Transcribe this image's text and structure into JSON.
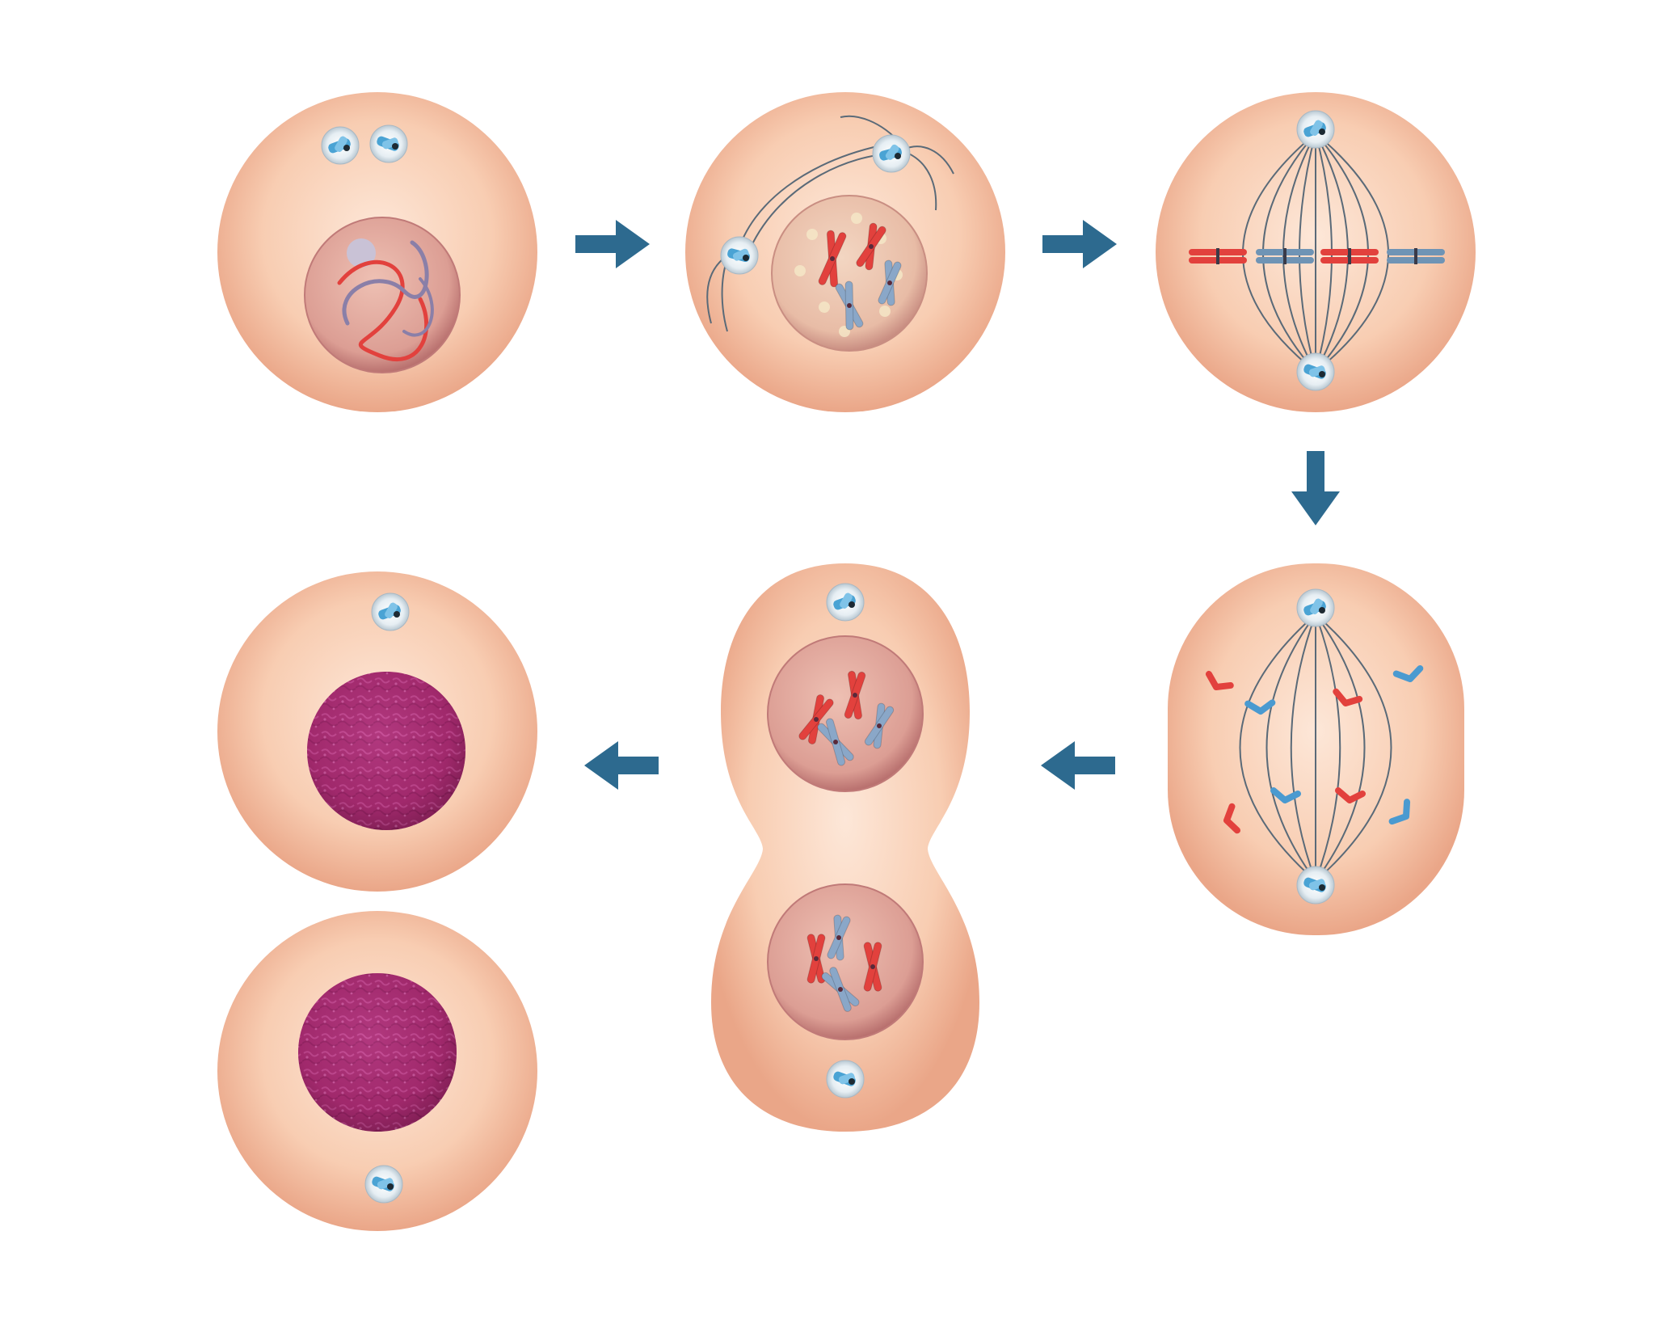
{
  "diagram": {
    "stages": [
      {
        "id": "interphase",
        "shape": "round-cell",
        "nucleus": "intact-with-loose-chromatin"
      },
      {
        "id": "prophase",
        "shape": "round-cell",
        "nucleus": "breaking-down-with-condensed-chromosomes"
      },
      {
        "id": "metaphase",
        "shape": "round-cell",
        "nucleus": "none-chromosomes-at-equator"
      },
      {
        "id": "anaphase",
        "shape": "elongated-cell",
        "nucleus": "none-chromatids-separating"
      },
      {
        "id": "telophase",
        "shape": "pinched-cell",
        "nucleus": "two-reforming-nuclei"
      },
      {
        "id": "daughter-cells",
        "shape": "two-round-cells",
        "nucleus": "intact-dense-chromatin"
      }
    ],
    "arrows": [
      {
        "from": "interphase",
        "to": "prophase",
        "direction": "right"
      },
      {
        "from": "prophase",
        "to": "metaphase",
        "direction": "right"
      },
      {
        "from": "metaphase",
        "to": "anaphase",
        "direction": "down"
      },
      {
        "from": "anaphase",
        "to": "telophase",
        "direction": "left"
      },
      {
        "from": "telophase",
        "to": "daughter-cells",
        "direction": "left"
      }
    ],
    "colors": {
      "background": "#ffffff",
      "cell_light": "#fde2d0",
      "cell_mid": "#f6c2a3",
      "cell_edge": "#e9a585",
      "nucleus": "#e2a59a",
      "nucleus_edge": "#c07a78",
      "dense_nucleus": "#a3286f",
      "chromosome_red": "#e2413d",
      "chromosome_blue": "#8aa7c8",
      "chromatid_blue": "#4a9ad0",
      "centrosome": "#4aa3d4",
      "spindle": "#5a6a78",
      "arrow": "#2d6a8f"
    }
  }
}
